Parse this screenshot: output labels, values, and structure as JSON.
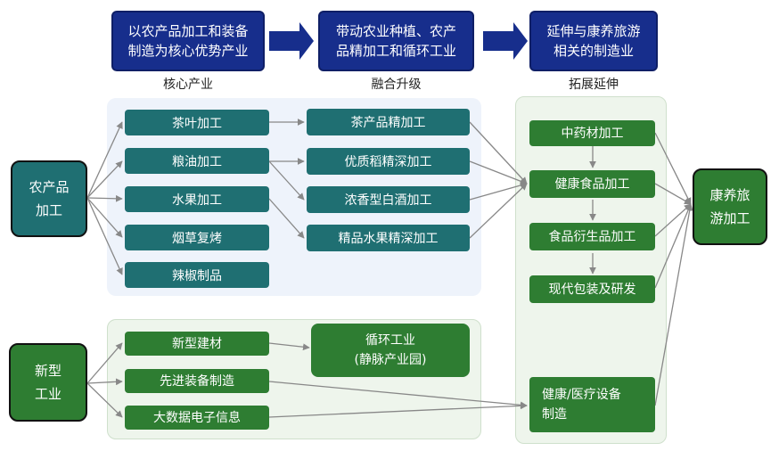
{
  "top_flow": {
    "stage1": "以农产品加工和装备\n制造为核心优势产业",
    "stage2": "带动农业种植、农产\n品精加工和循环工业",
    "stage3": "延伸与康养旅游\n相关的制造业",
    "caption1": "核心产业",
    "caption2": "融合升级",
    "caption3": "拓展延伸"
  },
  "sources": {
    "agri": "农产品\n加工",
    "industry": "新型\n工业"
  },
  "agri_core": [
    "茶叶加工",
    "粮油加工",
    "水果加工",
    "烟草复烤",
    "辣椒制品"
  ],
  "agri_upgrade": [
    "茶产品精加工",
    "优质稻精深加工",
    "浓香型白酒加工",
    "精品水果精深加工"
  ],
  "industry_core": [
    "新型建材",
    "先进装备制造",
    "大数据电子信息"
  ],
  "industry_upgrade": "循环工业\n(静脉产业园)",
  "extension": [
    "中药材加工",
    "健康食品加工",
    "食品衍生品加工",
    "现代包装及研发"
  ],
  "health_equipment": "健康/医疗设备\n制造",
  "destination": "康养旅\n游加工",
  "colors": {
    "navy": "#172e8c",
    "teal": "#1f6f72",
    "green": "#2e7d32"
  }
}
